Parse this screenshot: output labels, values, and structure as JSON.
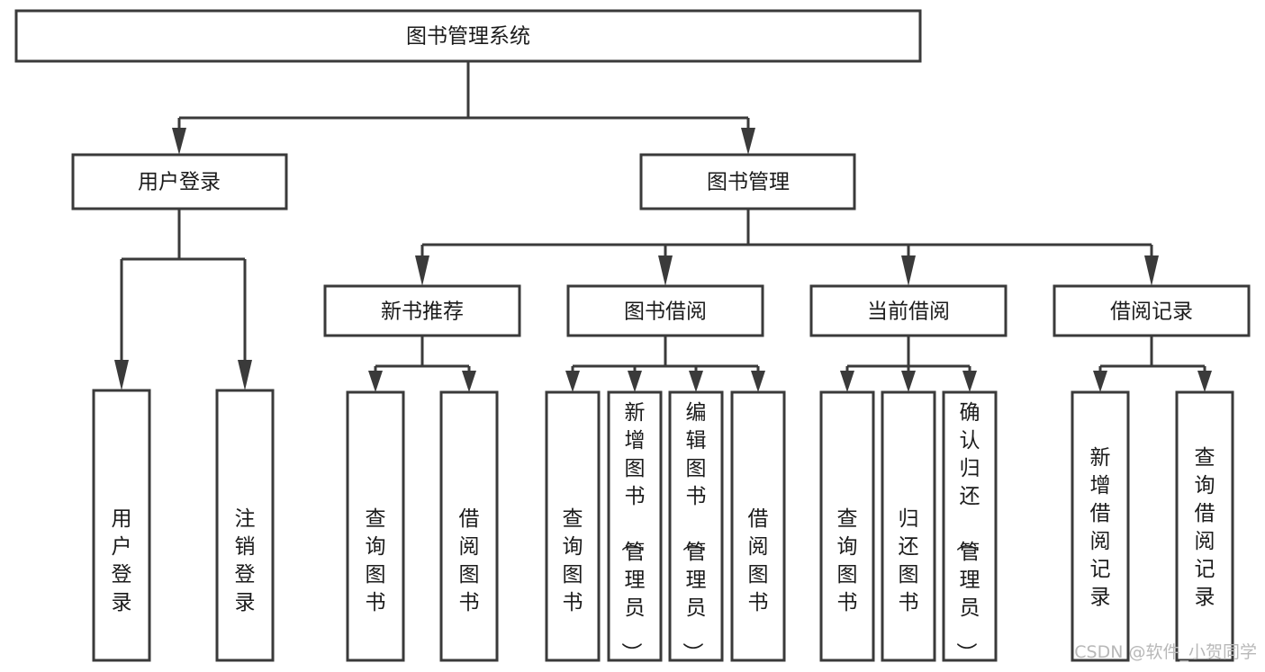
{
  "diagram": {
    "title": "图书管理系统",
    "type": "tree-hierarchy-chart",
    "root": {
      "id": "root",
      "label": "图书管理系统"
    },
    "level2": [
      {
        "id": "user-login",
        "label": "用户登录"
      },
      {
        "id": "book-manage",
        "label": "图书管理"
      }
    ],
    "level3": [
      {
        "id": "new-book-rec",
        "label": "新书推荐",
        "parent": "book-manage"
      },
      {
        "id": "book-borrow",
        "label": "图书借阅",
        "parent": "book-manage"
      },
      {
        "id": "current-borrow",
        "label": "当前借阅",
        "parent": "book-manage"
      },
      {
        "id": "borrow-record",
        "label": "借阅记录",
        "parent": "book-manage"
      }
    ],
    "leaves": {
      "user-login": [
        {
          "id": "leaf-user-login",
          "label": "用户登录"
        },
        {
          "id": "leaf-logout",
          "label": "注销登录"
        }
      ],
      "new-book-rec": [
        {
          "id": "leaf-query-book-1",
          "label": "查询图书"
        },
        {
          "id": "leaf-borrow-book-1",
          "label": "借阅图书"
        }
      ],
      "book-borrow": [
        {
          "id": "leaf-query-book-2",
          "label": "查询图书"
        },
        {
          "id": "leaf-add-book",
          "label": "新增图书（管理员）"
        },
        {
          "id": "leaf-edit-book",
          "label": "编辑图书（管理员）"
        },
        {
          "id": "leaf-borrow-book-2",
          "label": "借阅图书"
        }
      ],
      "current-borrow": [
        {
          "id": "leaf-query-book-3",
          "label": "查询图书"
        },
        {
          "id": "leaf-return-book",
          "label": "归还图书"
        },
        {
          "id": "leaf-confirm-return",
          "label": "确认归还（管理员）"
        }
      ],
      "borrow-record": [
        {
          "id": "leaf-add-record",
          "label": "新增借阅记录"
        },
        {
          "id": "leaf-query-record",
          "label": "查询借阅记录"
        }
      ]
    },
    "colors": {
      "stroke": "#3a3a3a",
      "fill": "#ffffff",
      "text": "#1b1b1b",
      "background": "#ffffff",
      "watermark": "#b8b8b8"
    }
  },
  "watermark": {
    "text": "CSDN @软件_小贺同学"
  }
}
